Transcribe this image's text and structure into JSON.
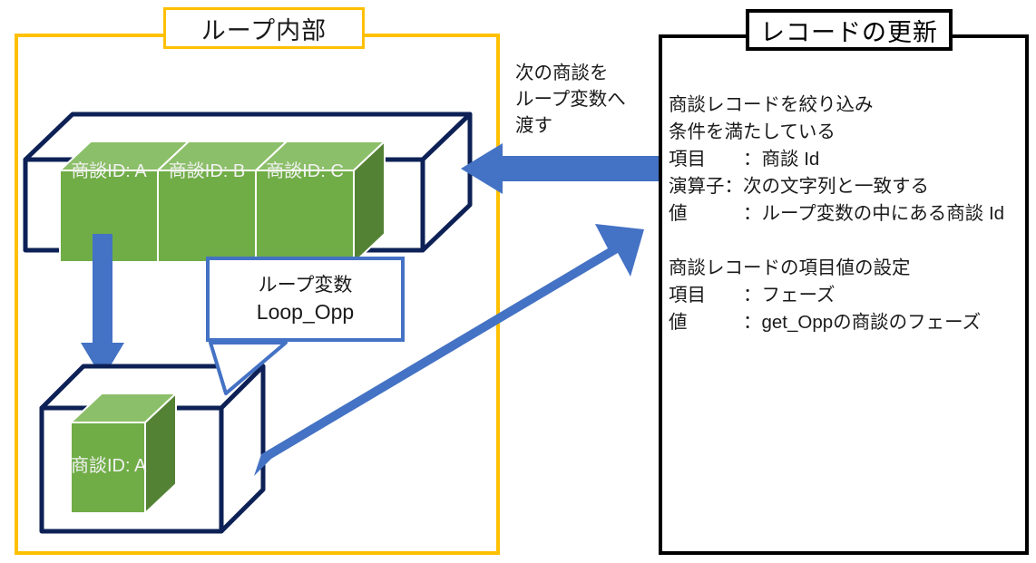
{
  "loop_frame": {
    "title": "ループ内部",
    "border_color": "#FFC000",
    "upper_box": {
      "cubes": [
        {
          "label": "商談ID: A"
        },
        {
          "label": "商談ID: B"
        },
        {
          "label": "商談ID: C"
        }
      ]
    },
    "lower_box": {
      "cubes": [
        {
          "label": "商談ID: A"
        }
      ]
    },
    "callout": {
      "line1": "ループ変数",
      "line2": "Loop_Opp",
      "border_color": "#4472C4"
    }
  },
  "pass_label": {
    "line1": "次の商談を",
    "line2": "ループ変数へ",
    "line3": "渡す"
  },
  "record_panel": {
    "title": "レコードの更新",
    "border_color": "#000000",
    "block1": [
      "商談レコードを絞り込み",
      "条件を満たしている",
      "項目　　：商談 Id",
      "演算子：次の文字列と一致する",
      "値　　　：ループ変数の中にある商談 Id"
    ],
    "block2": [
      "商談レコードの項目値の設定",
      "項目　　：フェーズ",
      "値　　　：get_Oppの商談のフェーズ"
    ]
  },
  "arrows": {
    "color": "#4472C4",
    "down_arrow": "down-arrow-loop-variable",
    "left_arrow": "left-arrow-next-opportunity",
    "diagonal_arrow": "diagonal-arrow-update-record"
  },
  "colors": {
    "cube_front": "#70AD47",
    "cube_top": "#8CBF69",
    "cube_side": "#548235",
    "wire_navy": "#0D2156",
    "arrow_blue": "#4472C4",
    "frame_orange": "#FFC000"
  }
}
